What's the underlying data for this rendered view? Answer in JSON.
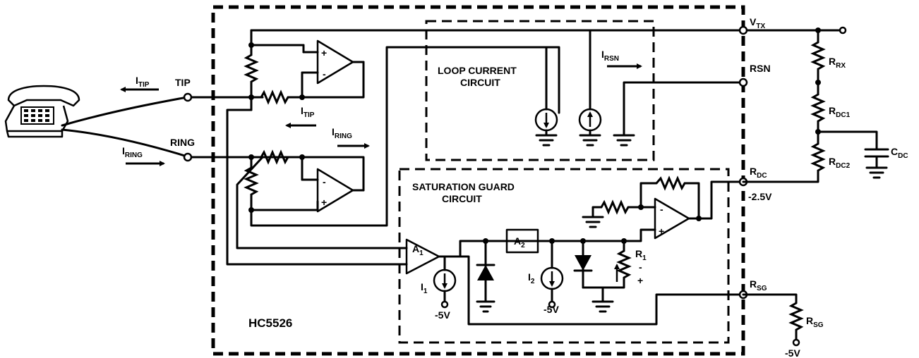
{
  "chip_name": "HC5526",
  "blocks": {
    "loop_current": {
      "line1": "LOOP CURRENT",
      "line2": "CIRCUIT"
    },
    "saturation_guard": {
      "line1": "SATURATION GUARD",
      "line2": "CIRCUIT"
    }
  },
  "terminals": {
    "tip": "TIP",
    "ring": "RING",
    "vtx": {
      "main": "V",
      "sub": "TX"
    },
    "rsn": "RSN",
    "rdc": {
      "main": "R",
      "sub": "DC"
    },
    "rsg": {
      "main": "R",
      "sub": "SG"
    },
    "rdc_voltage": "-2.5V"
  },
  "currents": {
    "itip_line": {
      "main": "I",
      "sub": "TIP"
    },
    "iring_line": {
      "main": "I",
      "sub": "RING"
    },
    "itip_int": {
      "main": "I",
      "sub": "TIP"
    },
    "iring_int": {
      "main": "I",
      "sub": "RING"
    },
    "irsn": {
      "main": "I",
      "sub": "RSN"
    },
    "i1": {
      "main": "I",
      "sub": "1"
    },
    "i2": {
      "main": "I",
      "sub": "2"
    }
  },
  "components": {
    "rrx": {
      "main": "R",
      "sub": "RX"
    },
    "rdc1": {
      "main": "R",
      "sub": "DC1"
    },
    "rdc2": {
      "main": "R",
      "sub": "DC2"
    },
    "cdc": {
      "main": "C",
      "sub": "DC"
    },
    "rsg_res": {
      "main": "R",
      "sub": "SG"
    },
    "r1": {
      "main": "R",
      "sub": "1"
    },
    "a1": {
      "main": "A",
      "sub": "1"
    },
    "a2": {
      "main": "A",
      "sub": "2"
    }
  },
  "supplies": {
    "neg5_i1": "-5V",
    "neg5_i2": "-5V",
    "neg5_rsg": "-5V"
  },
  "signs": {
    "plus": "+",
    "minus": "-"
  }
}
